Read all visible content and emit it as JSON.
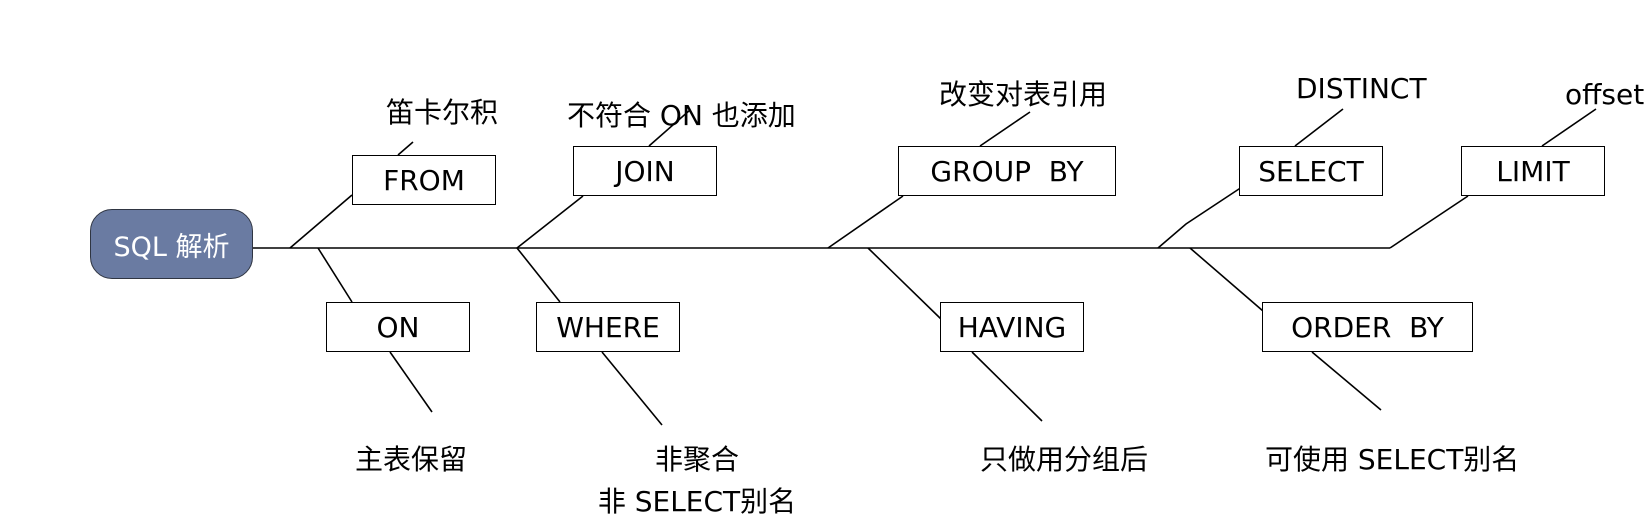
{
  "root": {
    "label": "SQL 解析"
  },
  "steps": {
    "from": {
      "label": "FROM",
      "note": "笛卡尔积"
    },
    "on": {
      "label": "ON",
      "note": "主表保留"
    },
    "join": {
      "label": "JOIN",
      "note": "不符合 ON 也添加"
    },
    "where": {
      "label": "WHERE",
      "note_line1": "非聚合",
      "note_line2": "非 SELECT别名"
    },
    "group_by": {
      "label": "GROUP  BY",
      "note": "改变对表引用"
    },
    "having": {
      "label": "HAVING",
      "note": "只做用分组后"
    },
    "select": {
      "label": "SELECT",
      "note": "DISTINCT"
    },
    "order_by": {
      "label": "ORDER  BY",
      "note": "可使用 SELECT别名"
    },
    "limit": {
      "label": "LIMIT",
      "note": "offset"
    }
  },
  "colors": {
    "root_fill": "#6a7ba2",
    "line": "#000000"
  }
}
